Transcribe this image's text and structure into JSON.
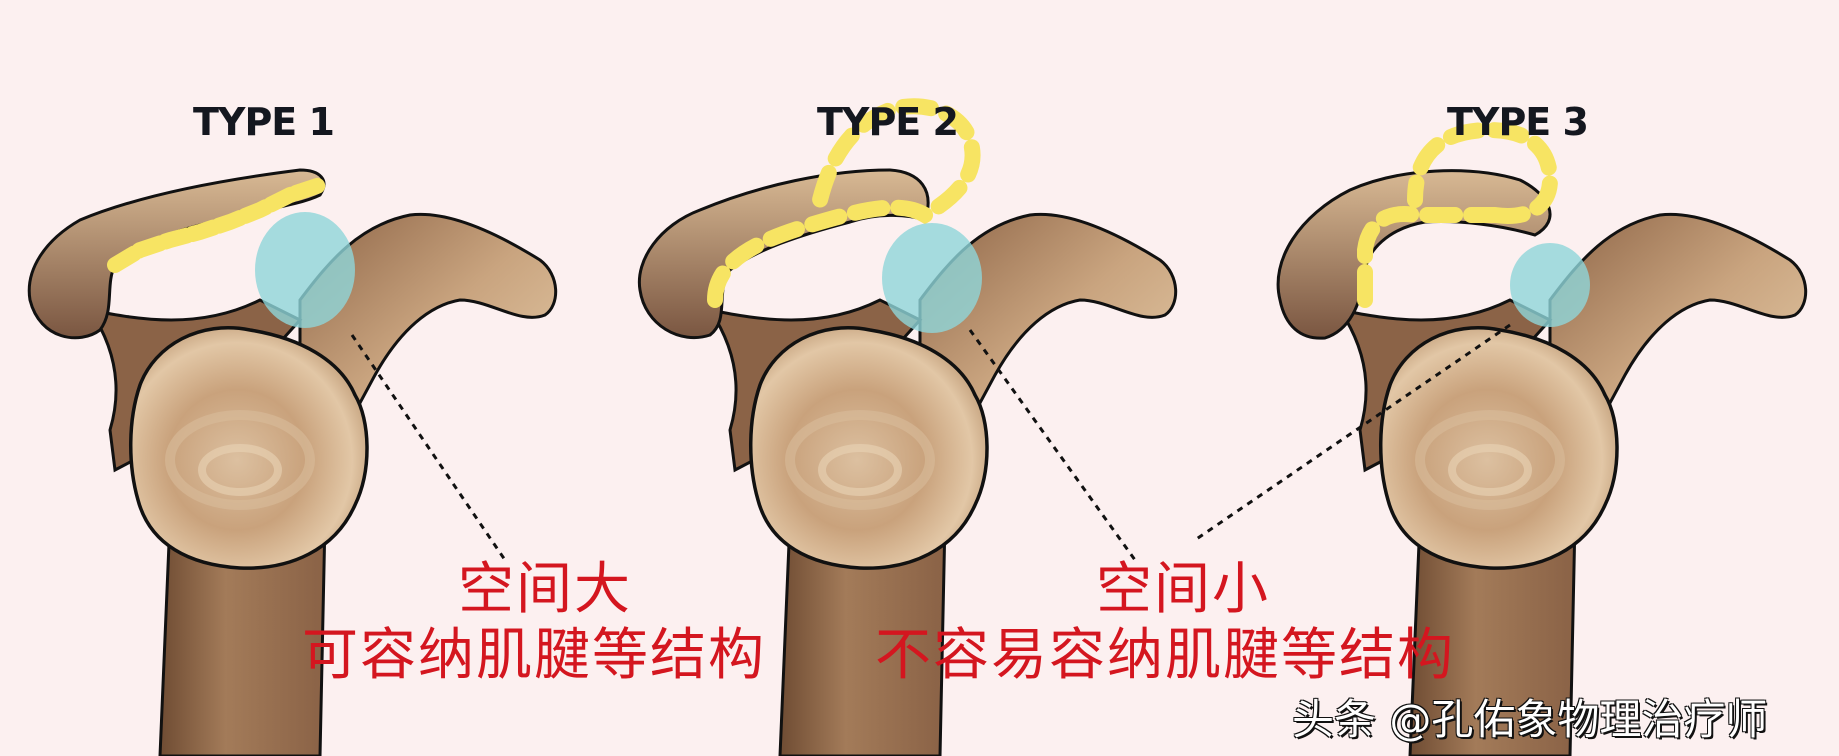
{
  "diagram": {
    "subject": "Acromion morphology types and subacromial space",
    "background_color": "#fcf0f0",
    "panels": [
      {
        "id": "type1",
        "title": "TYPE 1",
        "acromion_shape": "flat",
        "highlight": "yellow scribble along underside of acromion",
        "subacromial_space_marker": "cyan circle"
      },
      {
        "id": "type2",
        "title": "TYPE 2",
        "acromion_shape": "curved",
        "highlight": "yellow dashed loop around curved acromion",
        "subacromial_space_marker": "cyan circle"
      },
      {
        "id": "type3",
        "title": "TYPE 3",
        "acromion_shape": "hooked",
        "highlight": "yellow dashed loop around hooked acromion",
        "subacromial_space_marker": "cyan circle"
      }
    ],
    "annotations": [
      {
        "id": "large-space",
        "line1": "空间大",
        "line2": "可容纳肌腱等结构",
        "points_to": "type1"
      },
      {
        "id": "small-space",
        "line1": "空间小",
        "line2": "不容易容纳肌腱等结构",
        "points_to": [
          "type2",
          "type3"
        ]
      }
    ],
    "watermark": "头条 @孔佑象物理治疗师",
    "colors": {
      "title": "#14171f",
      "annotation": "#d4161f",
      "highlight": "#f7e463",
      "space_marker": "#8fd6d9",
      "bone_light": "#e3c8a6",
      "bone_dark": "#7c5a40",
      "outline": "#111111"
    }
  }
}
